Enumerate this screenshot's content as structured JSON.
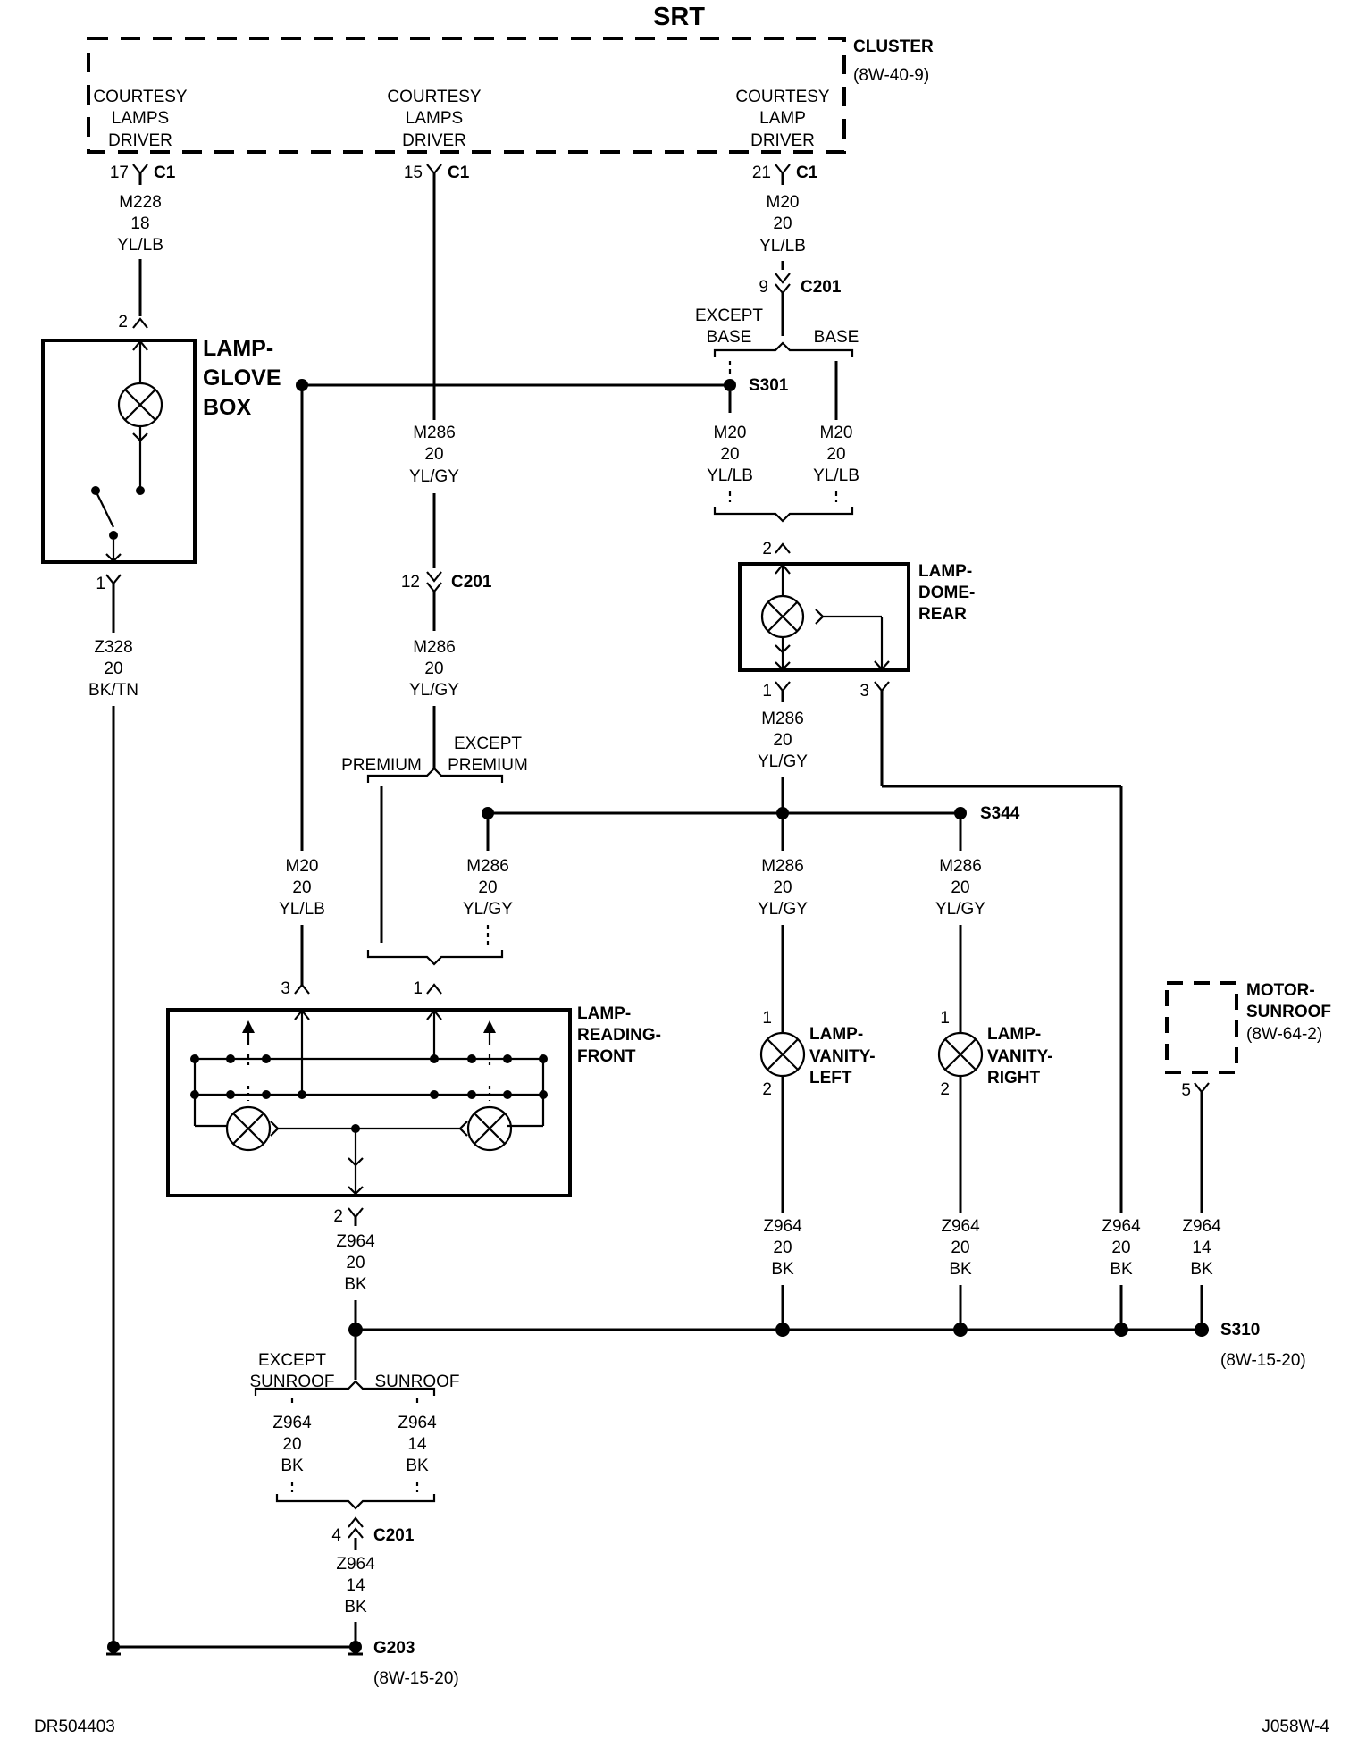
{
  "title": "SRT",
  "footer": {
    "left": "DR504403",
    "right": "J058W-4"
  },
  "cluster": {
    "name": "CLUSTER",
    "ref": "(8W-40-9)",
    "drivers": [
      {
        "lines": [
          "COURTESY",
          "LAMPS",
          "DRIVER"
        ]
      },
      {
        "lines": [
          "COURTESY",
          "LAMPS",
          "DRIVER"
        ]
      },
      {
        "lines": [
          "COURTESY",
          "LAMP",
          "DRIVER"
        ]
      }
    ]
  },
  "connectors": [
    {
      "id": "c1-17",
      "pin": "17",
      "name": "C1"
    },
    {
      "id": "c1-15",
      "pin": "15",
      "name": "C1"
    },
    {
      "id": "c1-21",
      "pin": "21",
      "name": "C1"
    },
    {
      "id": "c201-9",
      "pin": "9",
      "name": "C201"
    },
    {
      "id": "c201-12",
      "pin": "12",
      "name": "C201"
    },
    {
      "id": "c201-4",
      "pin": "4",
      "name": "C201"
    }
  ],
  "wires": [
    {
      "id": "w-m228",
      "lines": [
        "M228",
        "18",
        "YL/LB"
      ]
    },
    {
      "id": "w-m20-top",
      "lines": [
        "M20",
        "20",
        "YL/LB"
      ]
    },
    {
      "id": "w-m286-a",
      "lines": [
        "M286",
        "20",
        "YL/GY"
      ]
    },
    {
      "id": "w-m286-b",
      "lines": [
        "M286",
        "20",
        "YL/GY"
      ]
    },
    {
      "id": "w-m20-except",
      "lines": [
        "M20",
        "20",
        "YL/LB"
      ]
    },
    {
      "id": "w-m20-base",
      "lines": [
        "M20",
        "20",
        "YL/LB"
      ]
    },
    {
      "id": "w-z328",
      "lines": [
        "Z328",
        "20",
        "BK/TN"
      ]
    },
    {
      "id": "w-m286-dome",
      "lines": [
        "M286",
        "20",
        "YL/GY"
      ]
    },
    {
      "id": "w-m20-reading",
      "lines": [
        "M20",
        "20",
        "YL/LB"
      ]
    },
    {
      "id": "w-m286-except-premium",
      "lines": [
        "M286",
        "20",
        "YL/GY"
      ]
    },
    {
      "id": "w-m286-vanity-left",
      "lines": [
        "M286",
        "20",
        "YL/GY"
      ]
    },
    {
      "id": "w-m286-vanity-right",
      "lines": [
        "M286",
        "20",
        "YL/GY"
      ]
    },
    {
      "id": "w-z964-reading",
      "lines": [
        "Z964",
        "20",
        "BK"
      ]
    },
    {
      "id": "w-z964-vanity-left",
      "lines": [
        "Z964",
        "20",
        "BK"
      ]
    },
    {
      "id": "w-z964-vanity-right",
      "lines": [
        "Z964",
        "20",
        "BK"
      ]
    },
    {
      "id": "w-z964-dome",
      "lines": [
        "Z964",
        "20",
        "BK"
      ]
    },
    {
      "id": "w-z964-sunroof-motor",
      "lines": [
        "Z964",
        "14",
        "BK"
      ]
    },
    {
      "id": "w-z964-except-sunroof",
      "lines": [
        "Z964",
        "20",
        "BK"
      ]
    },
    {
      "id": "w-z964-sunroof",
      "lines": [
        "Z964",
        "14",
        "BK"
      ]
    },
    {
      "id": "w-z964-ground",
      "lines": [
        "Z964",
        "14",
        "BK"
      ]
    }
  ],
  "options": {
    "except_base": [
      "EXCEPT",
      "BASE"
    ],
    "base": "BASE",
    "premium": "PREMIUM",
    "except_premium": [
      "EXCEPT",
      "PREMIUM"
    ],
    "except_sunroof": [
      "EXCEPT",
      "SUNROOF"
    ],
    "sunroof": "SUNROOF"
  },
  "components": {
    "glove_box": {
      "lines": [
        "LAMP-",
        "GLOVE",
        "BOX"
      ],
      "pin_top": "2",
      "pin_bottom": "1"
    },
    "dome_rear": {
      "lines": [
        "LAMP-",
        "DOME-",
        "REAR"
      ],
      "pin_top": "2",
      "pin_1": "1",
      "pin_3": "3"
    },
    "reading_front": {
      "lines": [
        "LAMP-",
        "READING-",
        "FRONT"
      ],
      "pin_3": "3",
      "pin_1": "1",
      "pin_2": "2"
    },
    "vanity_left": {
      "lines": [
        "LAMP-",
        "VANITY-",
        "LEFT"
      ],
      "pin_1": "1",
      "pin_2": "2"
    },
    "vanity_right": {
      "lines": [
        "LAMP-",
        "VANITY-",
        "RIGHT"
      ],
      "pin_1": "1",
      "pin_2": "2"
    },
    "motor_sunroof": {
      "lines": [
        "MOTOR-",
        "SUNROOF",
        "(8W-64-2)"
      ],
      "pin": "5"
    }
  },
  "splices": {
    "s301": "S301",
    "s344": "S344",
    "s310": "S310",
    "s310_ref": "(8W-15-20)",
    "g203": "G203",
    "g203_ref": "(8W-15-20)"
  }
}
